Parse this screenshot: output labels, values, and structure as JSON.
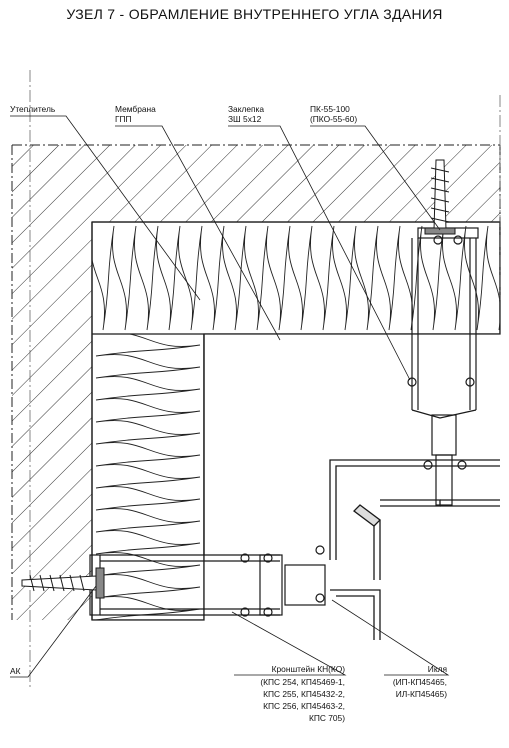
{
  "title": "УЗЕЛ 7 - ОБРАМЛЕНИЕ ВНУТРЕННЕГО УГЛА ЗДАНИЯ",
  "labels": {
    "insulation": "Утеплитель",
    "membrane_1": "Мембрана",
    "membrane_2": "ГПП",
    "rivet_1": "Заклепка",
    "rivet_2": "ЗШ 5х12",
    "dowel_1": "ПК-55-100",
    "dowel_2": "(ПКО-55-60)",
    "anchor": "АК",
    "bracket_1": "Кронштейн КН(КО)",
    "bracket_2": "(КПС 254, КП45469-1,",
    "bracket_3": "КПС 255, КП45432-2,",
    "bracket_4": "КПС 256, КП45463-2,",
    "bracket_5": "КПС 705)",
    "profile_1": "Икля",
    "profile_2": "(ИП-КП45465,",
    "profile_3": "ИЛ-КП45465)"
  },
  "colors": {
    "line": "#1a1a1a",
    "hatch": "#333333",
    "background": "#ffffff"
  }
}
